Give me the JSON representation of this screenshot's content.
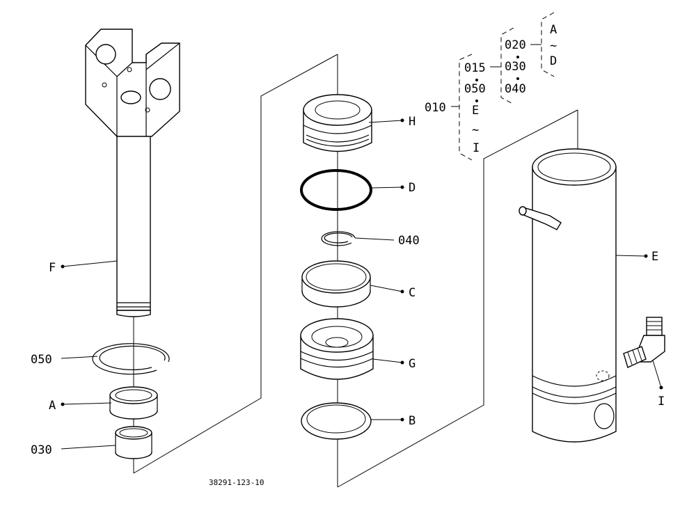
{
  "drawing_number": "38291-123-10",
  "callouts": {
    "F": "F",
    "p050": "050",
    "A": "A",
    "p030": "030",
    "H": "H",
    "D": "D",
    "p040": "040",
    "C": "C",
    "G": "G",
    "B": "B",
    "E": "E",
    "I": "I"
  },
  "kit_tree": {
    "root": "010",
    "col1": [
      "015",
      "050",
      "E",
      "~",
      "I"
    ],
    "col2": [
      "020",
      "030",
      "040"
    ],
    "col3": [
      "A",
      "~",
      "D"
    ]
  }
}
